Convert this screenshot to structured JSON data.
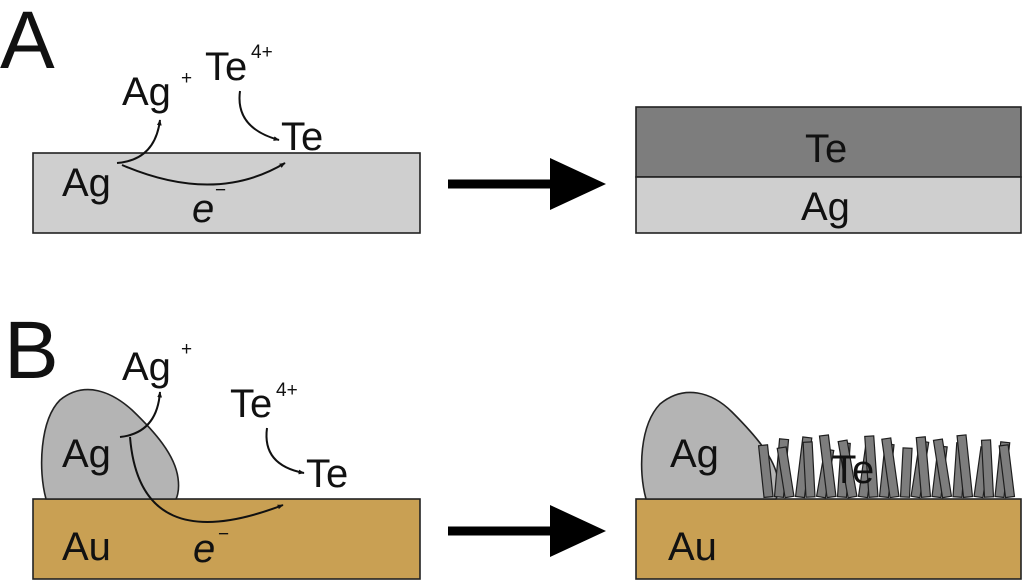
{
  "colors": {
    "silver_light": "#cfcfcf",
    "silver_grain": "#b4b4b4",
    "tellurium": "#7d7d7d",
    "gold": "#c9a053",
    "stroke": "#222222"
  },
  "panel_a": {
    "label": "A",
    "ag_ion": "Ag",
    "ag_ion_charge": "+",
    "te_ion": "Te",
    "te_ion_charge": "4+",
    "te_product": "Te",
    "substrate_label": "Ag",
    "electron": "e",
    "electron_sign": "−",
    "result_top_label": "Te",
    "result_bottom_label": "Ag"
  },
  "panel_b": {
    "label": "B",
    "ag_ion": "Ag",
    "ag_ion_charge": "+",
    "te_ion": "Te",
    "te_ion_charge": "4+",
    "te_product": "Te",
    "grain_label": "Ag",
    "substrate_label": "Au",
    "electron": "e",
    "electron_sign": "−",
    "result_grain_label": "Ag",
    "result_te_label": "Te",
    "result_substrate_label": "Au"
  }
}
